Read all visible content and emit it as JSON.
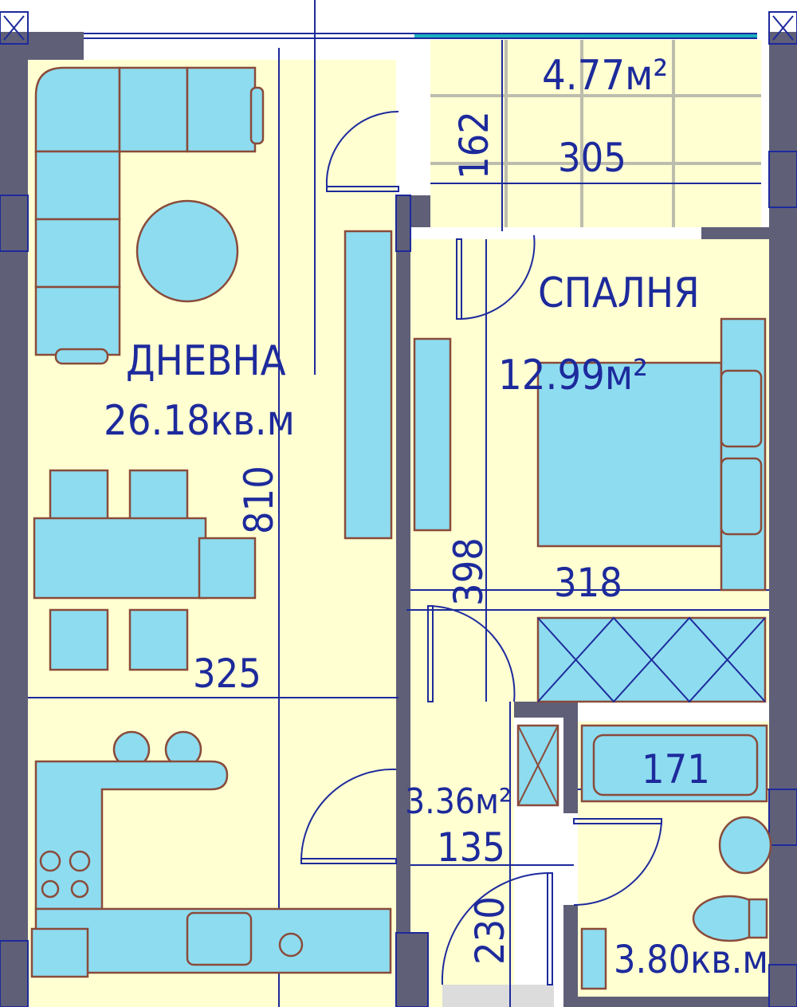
{
  "colors": {
    "wall": "#5f5f78",
    "floor": "#ffffd2",
    "furniture": "#8edcf0",
    "furniture_outline": "#8a4b3a",
    "lines": "#1d2a9c"
  },
  "rooms": {
    "balcony": {
      "area": "4.77м²",
      "width": "305",
      "depth": "162"
    },
    "bedroom": {
      "name": "СПАЛНЯ",
      "area": "12.99м²",
      "width": "318",
      "depth": "398"
    },
    "living": {
      "name": "ДНЕВНА",
      "area": "26.18кв.м",
      "width": "325",
      "depth": "810"
    },
    "hall": {
      "area": "3.36м²",
      "width": "135",
      "depth": "230"
    },
    "bathroom": {
      "area": "3.80кв.м",
      "width": "171"
    }
  }
}
